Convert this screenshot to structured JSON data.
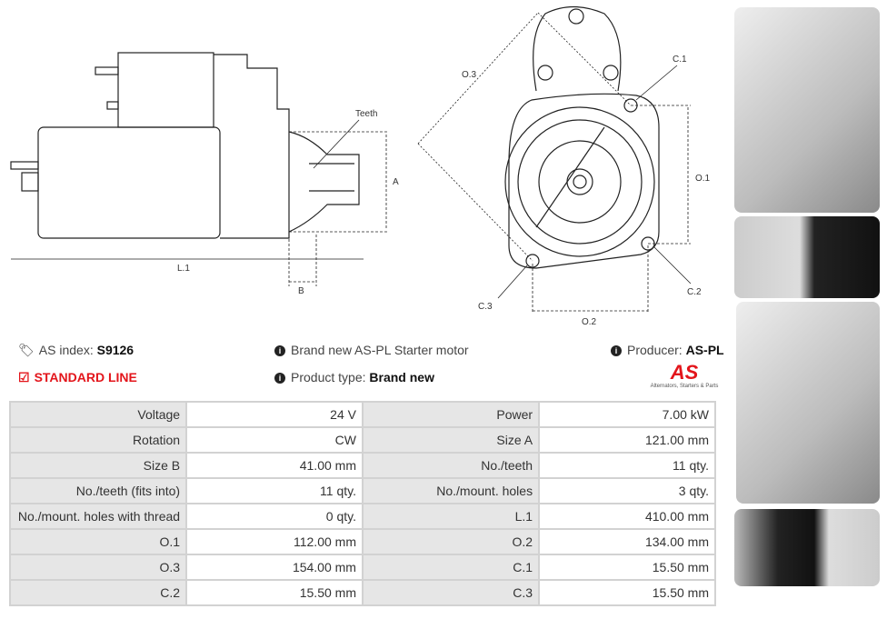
{
  "drawing": {
    "teeth": "Teeth",
    "a": "A",
    "l1": "L.1",
    "b": "B",
    "o3": "O.3",
    "c1": "C.1",
    "o1": "O.1",
    "c2": "C.2",
    "c3": "C.3",
    "o2": "O.2"
  },
  "info": {
    "as_index_label": "AS index:",
    "as_index_value": "S9126",
    "standard_line": "STANDARD LINE",
    "description": "Brand new AS-PL Starter motor",
    "product_type_label": "Product type:",
    "product_type_value": "Brand new",
    "producer_label": "Producer:",
    "producer_value": "AS-PL",
    "logo_text": "AS",
    "logo_tagline": "Alternators, Starters & Parts"
  },
  "specs": [
    [
      "Voltage",
      "24 V",
      "Power",
      "7.00 kW"
    ],
    [
      "Rotation",
      "CW",
      "Size A",
      "121.00 mm"
    ],
    [
      "Size B",
      "41.00 mm",
      "No./teeth",
      "11 qty."
    ],
    [
      "No./teeth (fits into)",
      "11 qty.",
      "No./mount. holes",
      "3 qty."
    ],
    [
      "No./mount. holes with thread",
      "0 qty.",
      "L.1",
      "410.00 mm"
    ],
    [
      "O.1",
      "112.00 mm",
      "O.2",
      "134.00 mm"
    ],
    [
      "O.3",
      "154.00 mm",
      "C.1",
      "15.50 mm"
    ],
    [
      "C.2",
      "15.50 mm",
      "C.3",
      "15.50 mm"
    ]
  ]
}
